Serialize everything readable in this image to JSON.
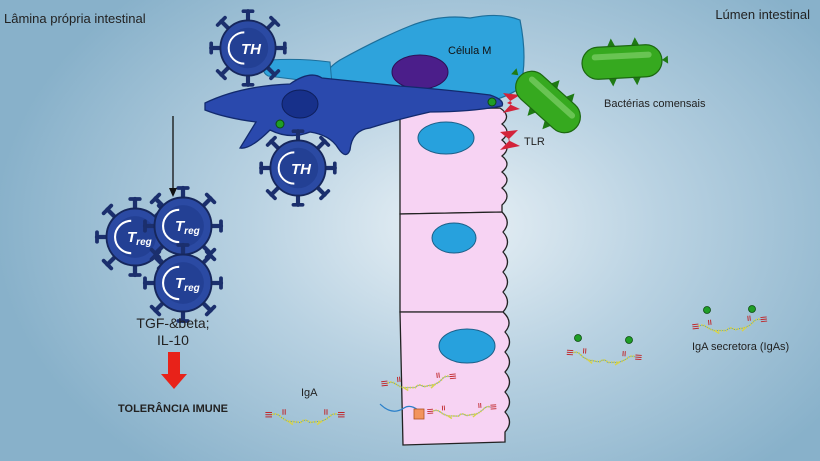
{
  "regions": {
    "lamina_propria": "Lâmina própria intestinal",
    "lumen": "Lúmen intestinal"
  },
  "labels": {
    "m_cell": "Célula M",
    "bacteria": "Bactérias comensais",
    "tlr": "TLR",
    "cytokines_line1": "TGF-&beta;",
    "cytokines_line2": "IL-10",
    "tolerance": "TOLERÂNCIA IMUNE",
    "iga": "IgA",
    "secretory_iga": "IgA secretora (IgAs)"
  },
  "cell_labels": {
    "th": "TH",
    "treg_main": "T",
    "treg_sub": "reg"
  },
  "colors": {
    "dendritic_cell": "#2a49ad",
    "m_cell": "#2ea3dc",
    "m_cell_nucleus": "#4b1e8a",
    "epithelium": "#f7d3f3",
    "epithelial_nucleus": "#27a1dd",
    "t_cell": "#2b4aa3",
    "t_cell_spikes": "#1b2f6d",
    "bacteria": "#36a91f",
    "tlr": "#d3233a",
    "tolerance_arrow": "#e82219",
    "antigen": "#1f9e26",
    "iga_chain": "#d6d24d",
    "iga_heavy": "#c0262a"
  },
  "icons": [
    "th-cell-icon",
    "treg-cell-icon",
    "dendritic-cell-icon",
    "m-cell-icon",
    "bacterium-icon",
    "tlr-receptor-icon",
    "iga-molecule-icon",
    "down-arrow-icon"
  ]
}
